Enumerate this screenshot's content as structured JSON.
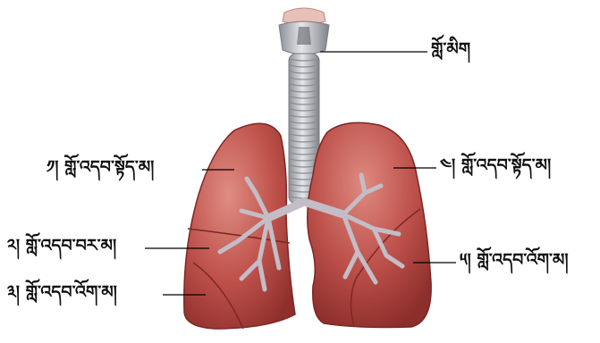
{
  "labels": {
    "trachea": "གློ་མིག",
    "right_upper": "༡། གློ་འདབ་སྟོད་མ།",
    "right_middle": "༢། གློ་འདབ་བར་མ།",
    "right_lower": "༣། གློ་འདབ་འོག་མ།",
    "left_upper": "༤། གློ་འདབ་སྟོད་མ།",
    "left_lower": "༥། གློ་འདབ་འོག་མ།"
  },
  "colors": {
    "lung": "#b84a44",
    "lung_dark": "#8e2f2c",
    "lung_light": "#d9837a",
    "trachea": "#c9ccd1",
    "bronchi": "#b9b2bd",
    "leader": "#000000"
  }
}
